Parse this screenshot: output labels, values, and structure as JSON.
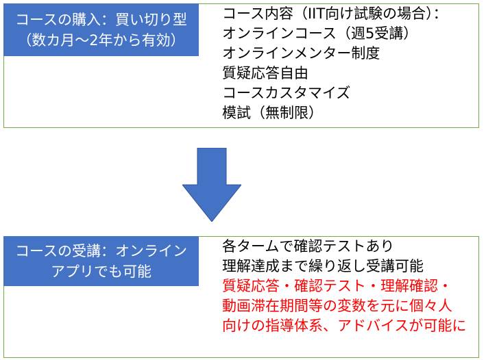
{
  "purchase": {
    "label_lines": [
      "コースの購入：買い切り型",
      "（数カ月～2年から有効）"
    ],
    "content_lines": [
      "コース内容（IIT向け試験の場合）：",
      "オンラインコース（週5受講）",
      "オンラインメンター制度",
      "質疑応答自由",
      "コースカスタマイズ",
      "模試（無制限）"
    ]
  },
  "attendance": {
    "label_lines": [
      "コースの受講：オンライン",
      "アプリでも可能"
    ],
    "content_lines": [
      "各タームで確認テストあり",
      "理解達成まで繰り返し受講可能"
    ],
    "highlight_lines": [
      "質疑応答・確認テスト・理解確認・",
      "動画滞在期間等の変数を元に個々人",
      "向けの指導体系、アドバイスが可能に"
    ]
  },
  "colors": {
    "label_fill": "#4472c4",
    "panel_border": "#70ad47",
    "arrow_fill": "#4472c4",
    "highlight_text": "#ff0000"
  }
}
